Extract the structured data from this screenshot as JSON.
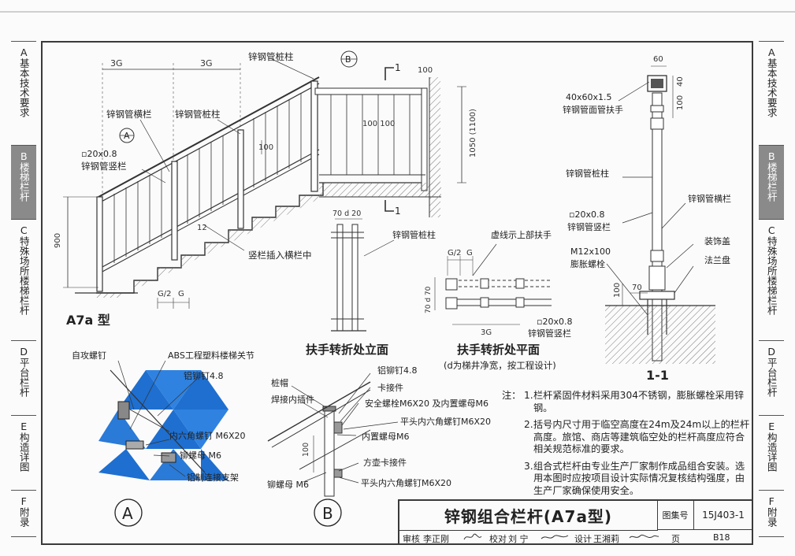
{
  "side_tabs": [
    {
      "letter": "A",
      "label": "基本技术要求",
      "active": false
    },
    {
      "letter": "B",
      "label": "楼梯栏杆",
      "active": true
    },
    {
      "letter": "C",
      "label": "特殊场所楼梯栏杆",
      "active": false
    },
    {
      "letter": "D",
      "label": "平台栏杆",
      "active": false
    },
    {
      "letter": "E",
      "label": "构造详图",
      "active": false
    },
    {
      "letter": "F",
      "label": "附录",
      "active": false
    }
  ],
  "colors": {
    "active_tab": "#8a8a8a",
    "line": "#3a3a3a",
    "highlight_blue": "#1e6fd0"
  },
  "stair": {
    "caption": "A7a 型",
    "dim_3g_1": "3G",
    "dim_3g_2": "3G",
    "dim_100": "100",
    "dim_900": "900",
    "dim_g2": "G/2",
    "dim_g": "G",
    "label_zhu_top": "锌钢管桩柱",
    "label_heng": "锌钢管横栏",
    "label_zhu": "锌钢管桩柱",
    "label_shu_size": "▫20x0.8",
    "label_shu": "锌钢管竖栏",
    "label_insert": "竖栏插入横栏中",
    "callout_a": "A",
    "callout_b": "B",
    "dim_12": "12"
  },
  "section_view": {
    "mark_1_top": "1",
    "mark_1_bottom": "1",
    "dim_100_top": "100",
    "dim_100_100": "100 100",
    "dim_1050": "1050 (1100)"
  },
  "turn_elevation": {
    "caption": "扶手转折处立面",
    "dim_top": "70 d 20",
    "label_zhu": "锌钢管桩柱"
  },
  "turn_plan": {
    "caption": "扶手转折处平面",
    "subcaption": "(d为梯井净宽，按工程设计)",
    "label_dashed": "虚线示上部扶手",
    "dim_g2": "G/2",
    "dim_g": "G",
    "dim_3g": "3G",
    "dim_left": "70 d 70",
    "label_shu_size": "▫20x0.8",
    "label_shu": "锌钢管竖栏"
  },
  "section_1_1": {
    "caption": "1-1",
    "dim_60": "60",
    "dim_40": "40",
    "dim_100": "100",
    "dim_70": "70",
    "dim_100_low": "100",
    "label_handrail_size": "40x60x1.5",
    "label_handrail": "锌钢管面管扶手",
    "label_zhu": "锌钢管桩柱",
    "label_heng": "锌钢管横栏",
    "label_shu_size": "▫20x0.8",
    "label_shu": "锌钢管竖栏",
    "label_cover": "装饰盖",
    "label_flange": "法兰盘",
    "label_bolt_size": "M12x100",
    "label_bolt": "膨胀螺栓"
  },
  "detail_a": {
    "caption": "A",
    "labels": [
      "自攻螺钉",
      "ABS工程塑料楼梯关节",
      "铝铆钉4.8",
      "内六角螺钉 M6X20",
      "铆螺母 M6",
      "铝制连接支架"
    ]
  },
  "detail_b": {
    "caption": "B",
    "labels": [
      "桩帽",
      "焊接内插件",
      "铝铆钉4.8",
      "卡接件",
      "安全螺栓M6X20 及内置螺母M6",
      "平头内六角螺钉M6X20",
      "内置螺母M6",
      "方壶卡接件",
      "铆螺母 M6",
      "平头内六角螺钉M6X20"
    ],
    "dim_100": "100"
  },
  "notes": {
    "label": "注：",
    "items": [
      {
        "num": "1.",
        "text": "栏杆紧固件材料采用304不锈钢，膨胀螺栓采用锌钢。"
      },
      {
        "num": "2.",
        "text": "括号内尺寸用于临空高度在24m及24m以上的栏杆高度。旅馆、商店等建筑临空处的栏杆高度应符合相关规范标准的要求。"
      },
      {
        "num": "3.",
        "text": "组合式栏杆由专业生产厂家制作成品组合安装。选用本图时应按项目设计实际情况复核结构强度，由生产厂家确保使用安全。"
      }
    ]
  },
  "title_block": {
    "title": "锌钢组合栏杆(A7a型)",
    "atlas_label": "图集号",
    "atlas_no": "15J403-1",
    "review_label": "审核",
    "reviewer": "李正刚",
    "check_label": "校对",
    "checker": "刘 宁",
    "design_label": "设计",
    "designer": "王湘莉",
    "page_label": "页",
    "page_no": "B18"
  }
}
